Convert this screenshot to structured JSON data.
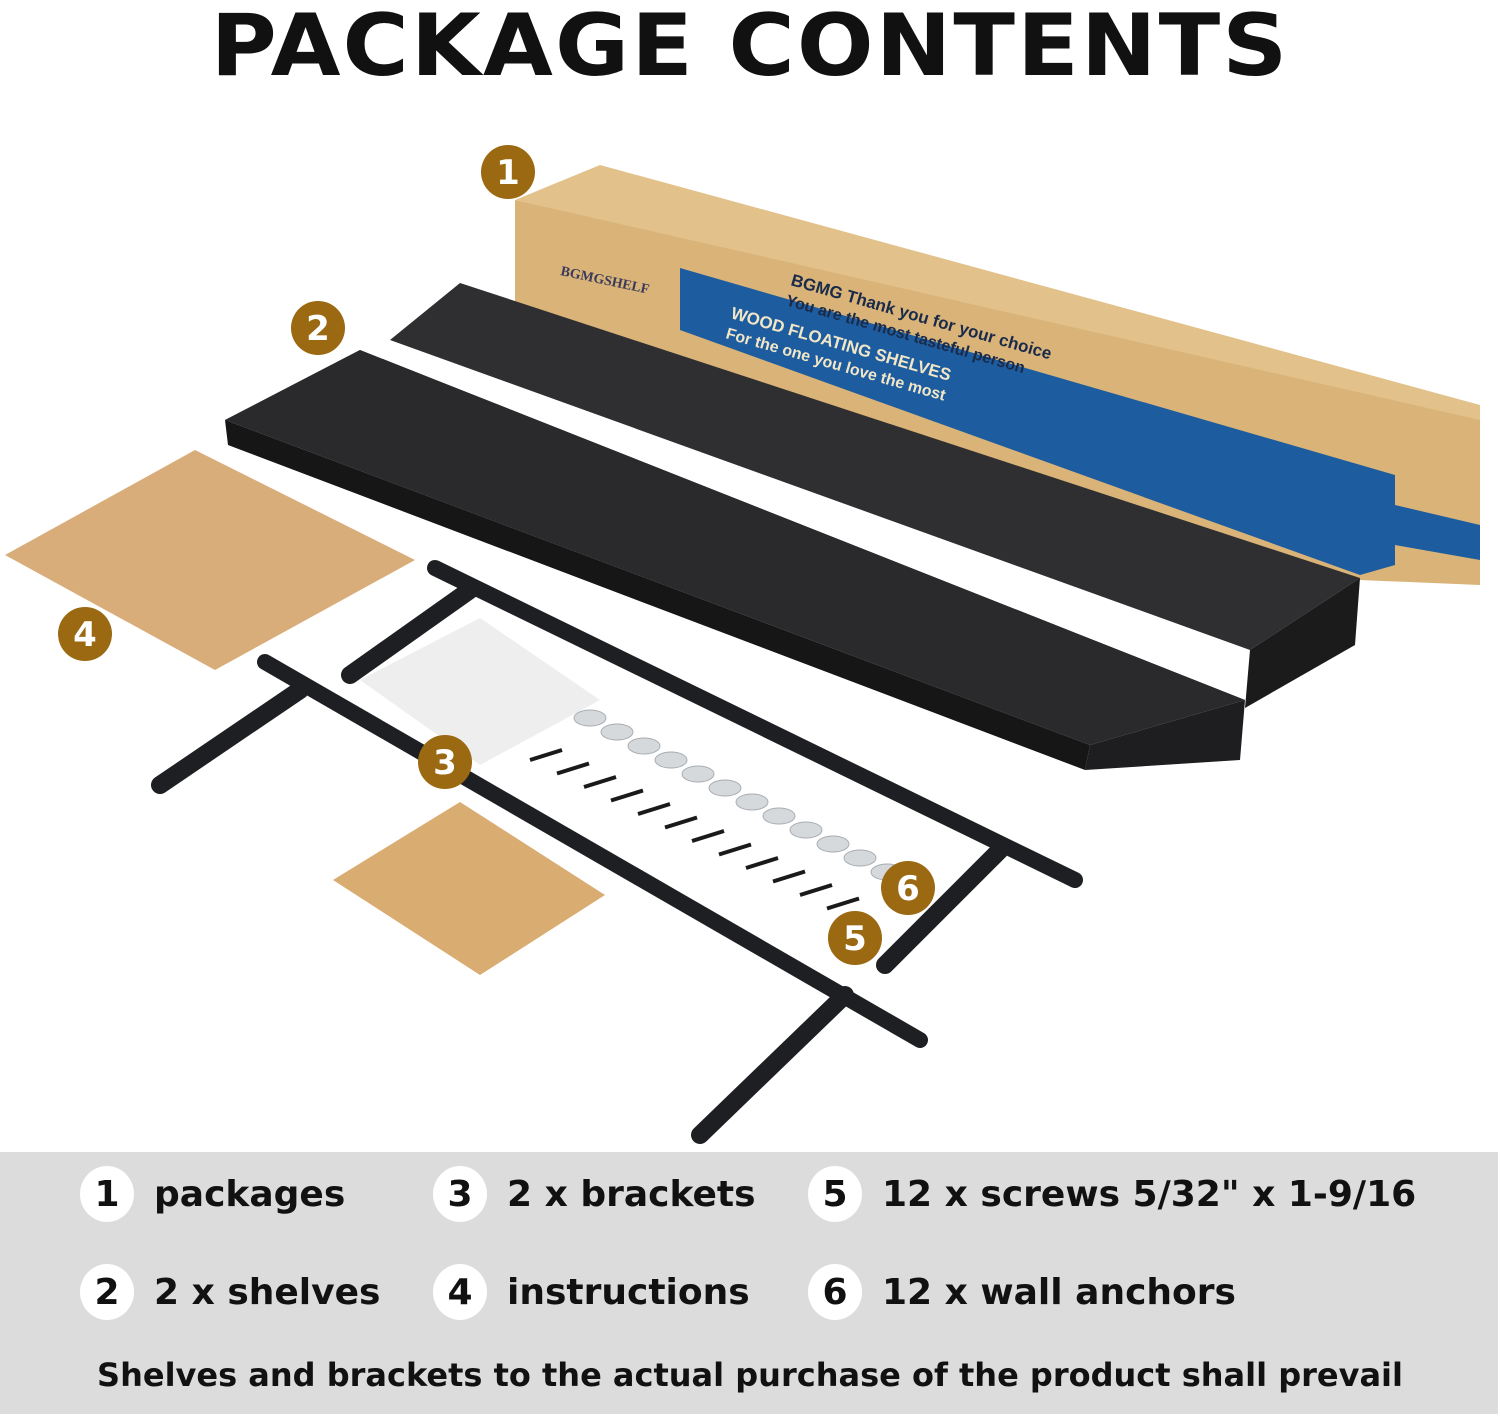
{
  "title": "PACKAGE CONTENTS",
  "colors": {
    "badge": "#9a6912",
    "box": "#d9b377",
    "box_band": "#1d5c9e",
    "shelf": "#2a2a2c",
    "bracket": "#1e1f22",
    "legend_bg": "#dcdcdc"
  },
  "box_print": {
    "brand": "BGMGSHELF",
    "product": "WOOD FLOATING SHELVES",
    "product_sub": "For the one you love the most",
    "thanks": "BGMG Thank you for your choice",
    "thanks_sub": "You are the most tasteful person"
  },
  "badges": [
    "1",
    "2",
    "3",
    "4",
    "5",
    "6"
  ],
  "legend": [
    {
      "num": "1",
      "label": "packages"
    },
    {
      "num": "2",
      "label": "2 x shelves"
    },
    {
      "num": "3",
      "label": "2 x brackets"
    },
    {
      "num": "4",
      "label": "instructions"
    },
    {
      "num": "5",
      "label": "12 x screws 5/32\" x 1-9/16"
    },
    {
      "num": "6",
      "label": "12 x wall anchors"
    }
  ],
  "note": "Shelves and brackets to the actual purchase of the product shall prevail"
}
